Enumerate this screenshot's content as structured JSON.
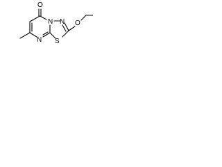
{
  "molecule": {
    "atoms": {
      "carbonyl_oxygen": "O",
      "ring_nitrogen_top": "N",
      "ring_nitrogen_bottom": "N",
      "thiadiazole_nitrogen": "N",
      "sulfur": "S",
      "ether_oxygen": "O"
    }
  },
  "colors": {
    "bond": "#000000",
    "label": "#000000",
    "background": "#ffffff"
  }
}
